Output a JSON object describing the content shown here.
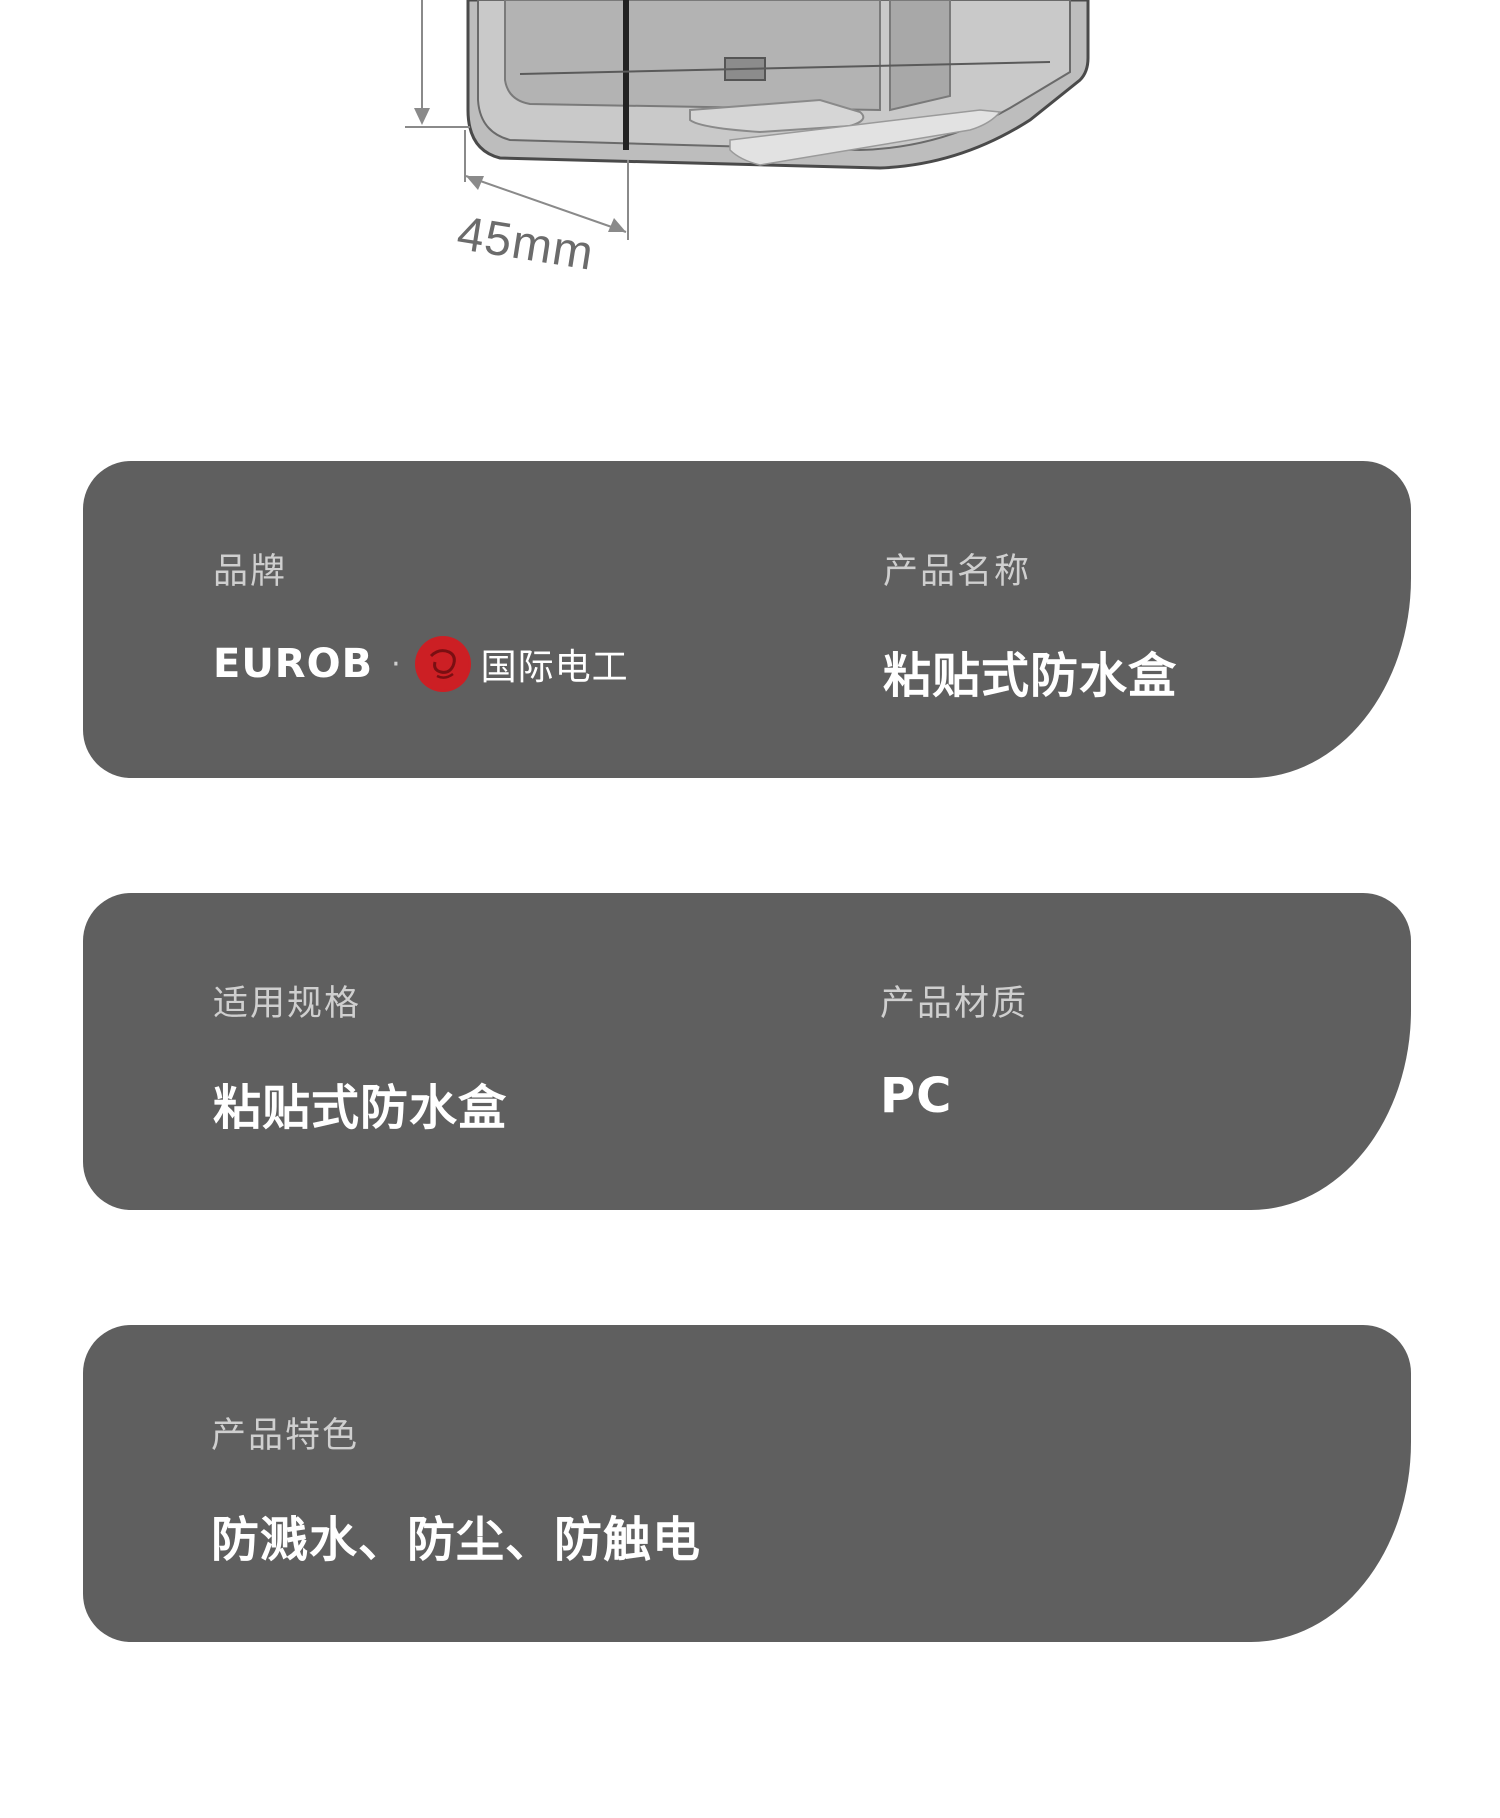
{
  "drawing": {
    "dimension_label": "45mm"
  },
  "cards": [
    {
      "left": {
        "label": "品牌",
        "brand_wordmark": "EUROB",
        "brand_separator": "·",
        "brand_cn": "国际电工"
      },
      "right": {
        "label": "产品名称",
        "value": "粘贴式防水盒"
      }
    },
    {
      "left": {
        "label": "适用规格",
        "value": "粘贴式防水盒"
      },
      "right": {
        "label": "产品材质",
        "value": "PC"
      }
    },
    {
      "left": {
        "label": "产品特色",
        "value": "防溅水、防尘、防触电"
      }
    }
  ],
  "colors": {
    "card_background": "#5f5f5f",
    "label_text": "#cfcfcf",
    "value_text": "#ffffff",
    "seal_red": "#cc1f24"
  },
  "icons": {
    "brand_seal": "brand-seal-icon"
  }
}
